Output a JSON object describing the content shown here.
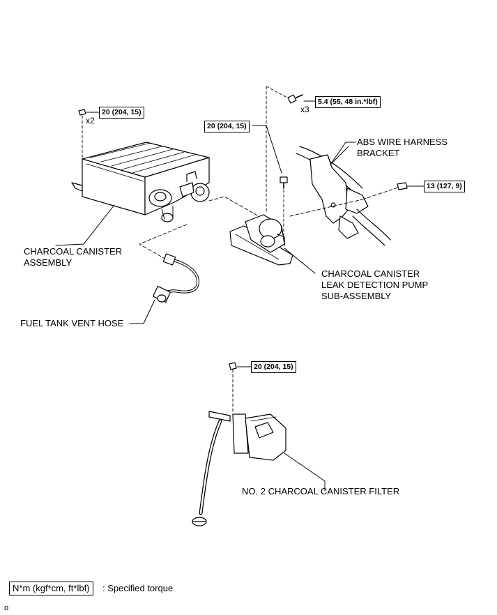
{
  "parts": {
    "charcoal_canister": [
      "CHARCOAL CANISTER",
      "ASSEMBLY"
    ],
    "fuel_tank_vent_hose": "FUEL TANK VENT HOSE",
    "abs_bracket": [
      "ABS WIRE HARNESS",
      "BRACKET"
    ],
    "leak_detection_pump": [
      "CHARCOAL CANISTER",
      "LEAK DETECTION PUMP",
      "SUB-ASSEMBLY"
    ],
    "no2_filter": "NO. 2 CHARCOAL CANISTER FILTER"
  },
  "torques": {
    "canister_nut": "20 (204, 15)",
    "bracket_bolt": "5.4 (55, 48 in.*lbf)",
    "pump_bolt": "20 (204, 15)",
    "abs_bolt": "13 (127, 9)",
    "filter_nut": "20 (204, 15)"
  },
  "quantities": {
    "canister_nut": "x2",
    "bracket_bolt": "x3"
  },
  "legend": {
    "unit": "N*m (kgf*cm, ft*lbf)",
    "description": ": Specified torque"
  },
  "footer": "o",
  "icons": [
    "nut-icon",
    "bolt-icon"
  ]
}
